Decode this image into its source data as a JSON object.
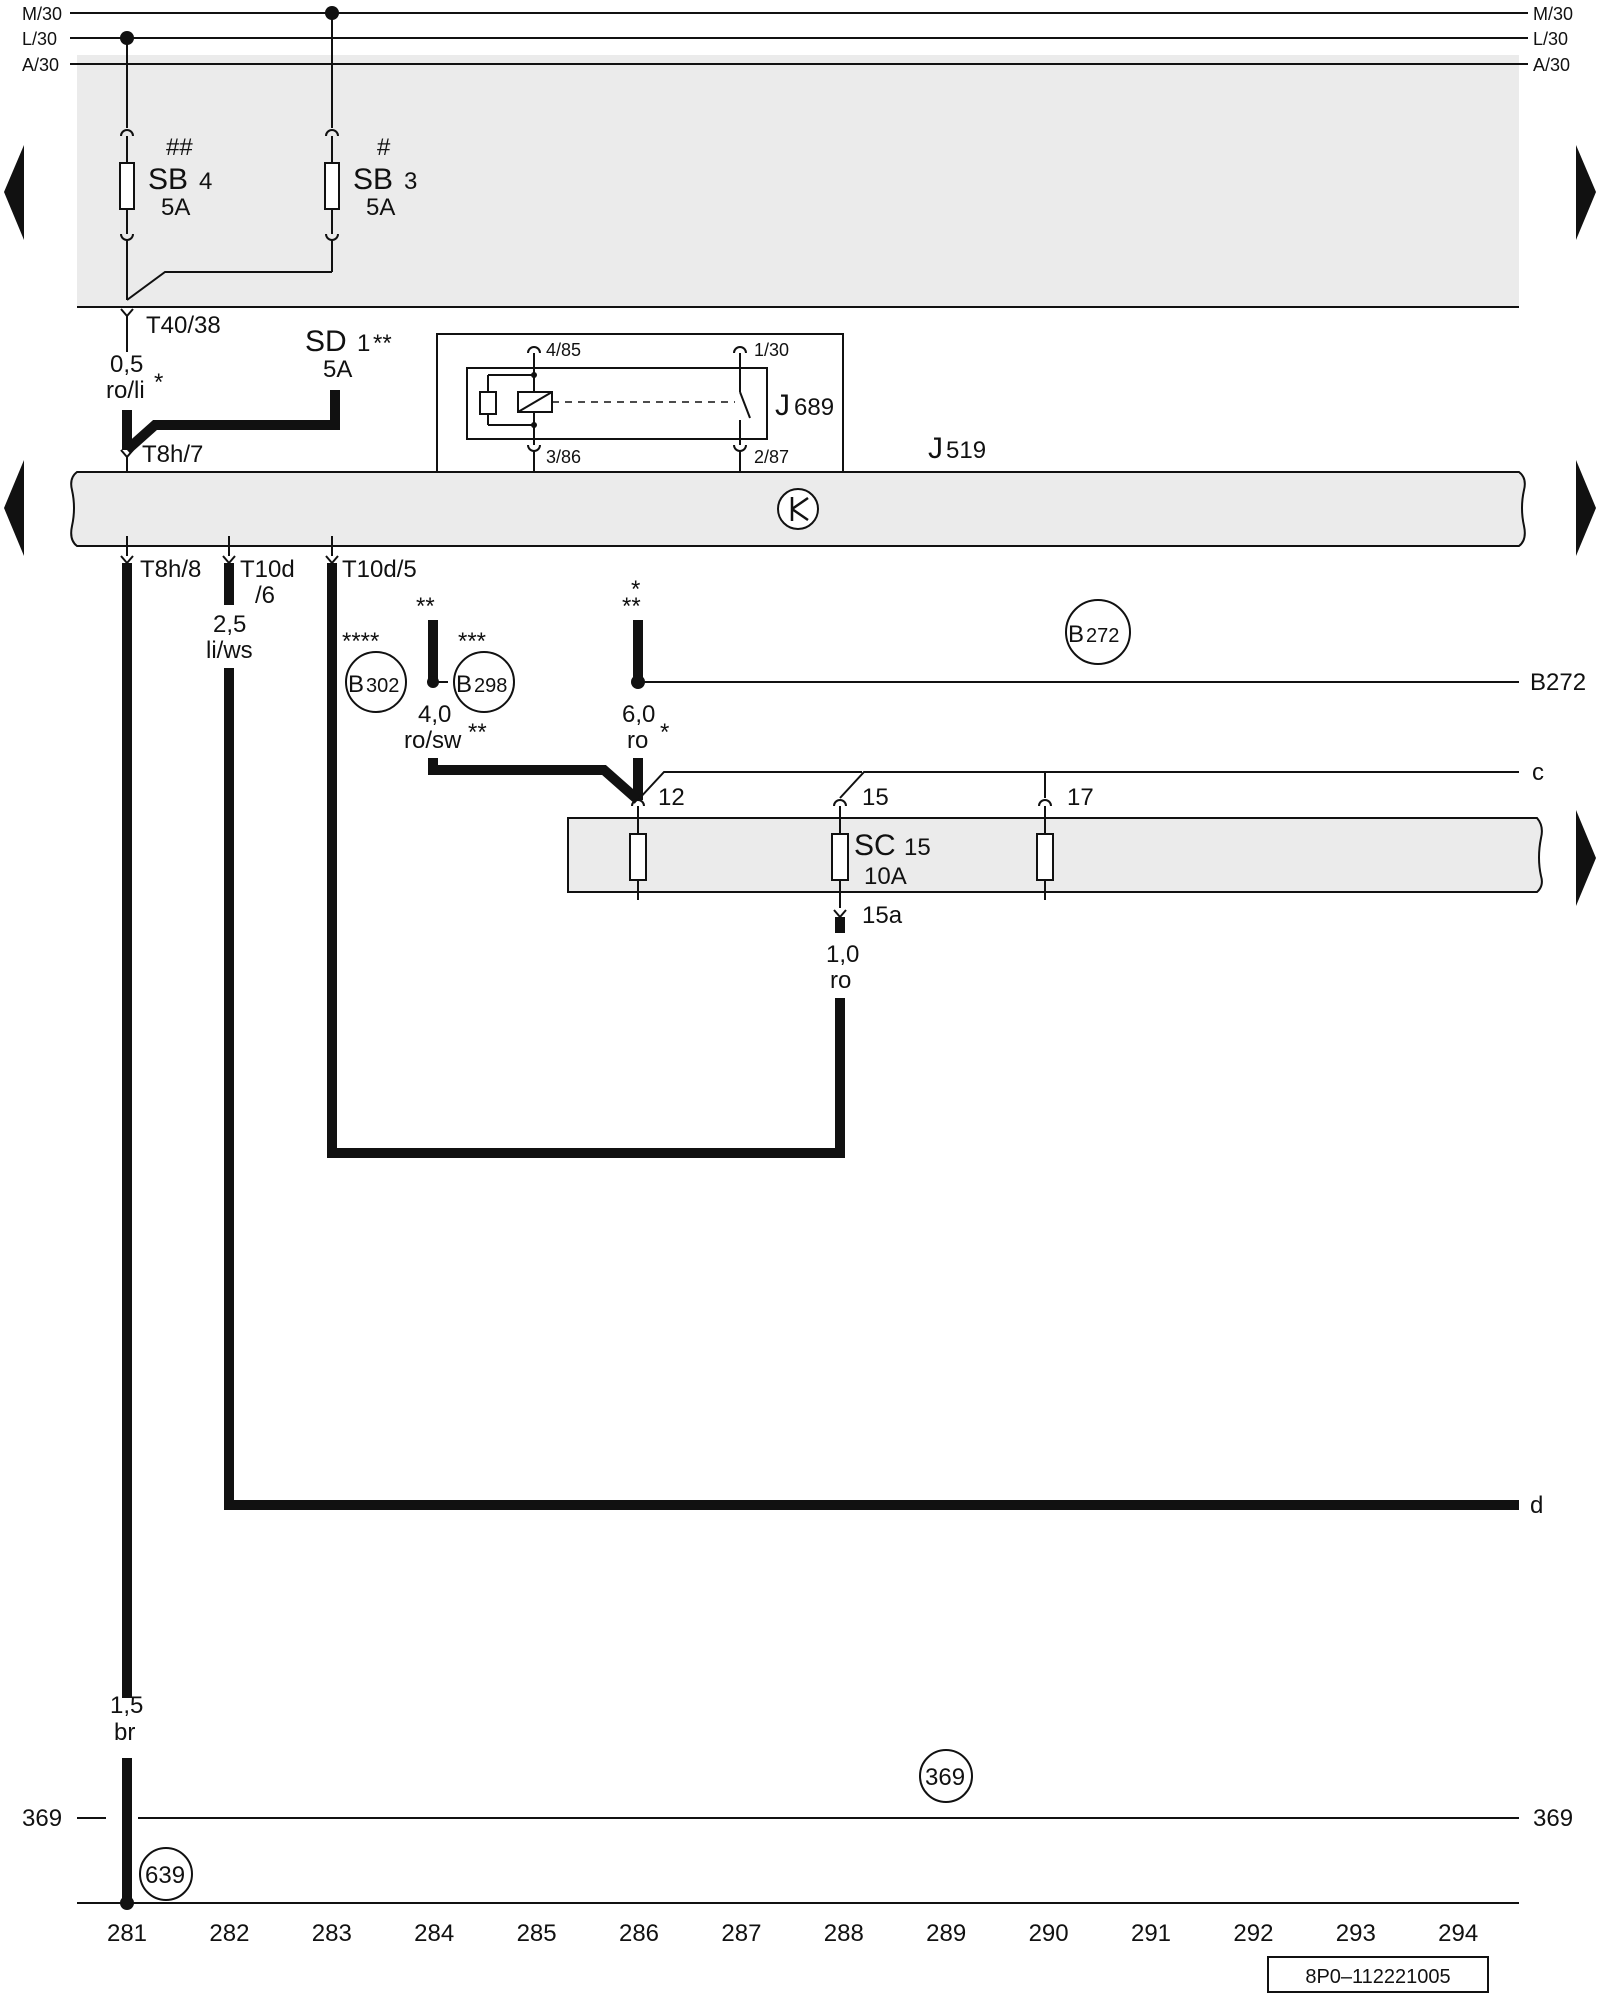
{
  "rails": {
    "m30": "M/30",
    "l30": "L/30",
    "a30": "A/30"
  },
  "fuses": {
    "sb4": {
      "name": "SB",
      "num": "4",
      "rating": "5A",
      "marker": "##"
    },
    "sb3": {
      "name": "SB",
      "num": "3",
      "rating": "5A",
      "marker": "#"
    },
    "sd1": {
      "name": "SD",
      "num": "1",
      "rating": "5A",
      "marker": "**"
    },
    "sc15": {
      "name": "SC",
      "num": "15",
      "rating": "10A"
    }
  },
  "connectors": {
    "t40_38": "T40/38",
    "t8h_7": "T8h/7",
    "t8h_8": "T8h/8",
    "t10d": "T10d",
    "t10d_6": "/6",
    "t10d_5": "T10d/5"
  },
  "relay": {
    "name": "J",
    "num": "689",
    "pin_4_85": "4/85",
    "pin_3_86": "3/86",
    "pin_1_30": "1/30",
    "pin_2_87": "2/87"
  },
  "module": {
    "name": "J",
    "num": "519"
  },
  "wires": {
    "w1": {
      "size": "0,5",
      "color": "ro/li",
      "marker": "*"
    },
    "w2": {
      "size": "2,5",
      "color": "li/ws"
    },
    "w3": {
      "size": "4,0",
      "color": "ro/sw",
      "marker": "**"
    },
    "w4": {
      "size": "6,0",
      "color": "ro",
      "marker": "*"
    },
    "w5": {
      "size": "1,0",
      "color": "ro"
    },
    "w6": {
      "size": "1,5",
      "color": "br"
    }
  },
  "markers": {
    "b302": "****",
    "b298": "***",
    "mid_top": "*",
    "mid_bottom": "**",
    "w3_top": "**"
  },
  "refs": {
    "b302": {
      "letter": "B",
      "num": "302"
    },
    "b298": {
      "letter": "B",
      "num": "298"
    },
    "b272": {
      "letter": "B",
      "num": "272"
    },
    "c369": "369",
    "c639": "639"
  },
  "line_ends": {
    "b272": "B272",
    "c": "c",
    "d": "d",
    "r369_left": "369",
    "r369_right": "369"
  },
  "fuse_pins": {
    "p12": "12",
    "p15": "15",
    "p17": "17",
    "p15a": "15a"
  },
  "columns": [
    "281",
    "282",
    "283",
    "284",
    "285",
    "286",
    "287",
    "288",
    "289",
    "290",
    "291",
    "292",
    "293",
    "294"
  ],
  "doc_id": "8P0–112221005"
}
